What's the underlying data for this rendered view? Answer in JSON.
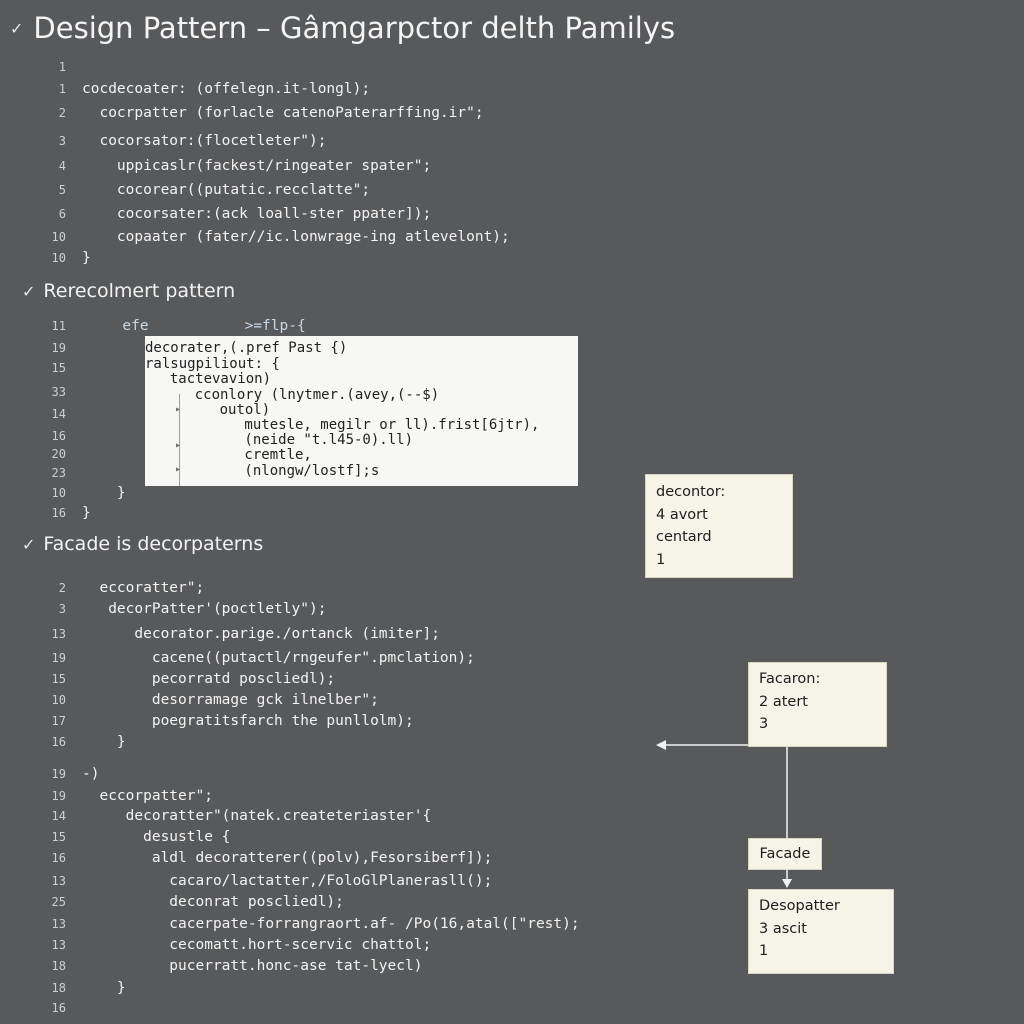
{
  "title": "Design Pattern  –   Gâmgarpctor delth Pamilys",
  "sections": {
    "s1": {
      "lines": [
        {
          "n": "1",
          "code": ""
        },
        {
          "n": "1",
          "code": "cocdecoater: (offelegn.it-longl);"
        },
        {
          "n": "2",
          "code": "  cocrpatter (forlacle catenoPaterarffing.ir\";"
        },
        {
          "n": "3",
          "code": "  cocorsator:(flocetleter\");"
        },
        {
          "n": "4",
          "code": "    uppicaslr(fackest/ringeater spater\";"
        },
        {
          "n": "5",
          "code": "    cocorear((putatic.recclatte\";"
        },
        {
          "n": "6",
          "code": "    cocorsater:(ack loall-ster ppater]);"
        },
        {
          "n": "10",
          "code": "    copaater (fater//ic.lonwrage-ing atlevelont);"
        },
        {
          "n": "10",
          "code": "}"
        }
      ]
    },
    "s2": {
      "heading": "Rerecolmert pattern",
      "lines": [
        {
          "n": "11",
          "code": "      efe           >=flp-{"
        },
        {
          "n": "19",
          "code": ""
        },
        {
          "n": "15",
          "code": ""
        },
        {
          "n": "33",
          "code": ""
        },
        {
          "n": "14",
          "code": ""
        },
        {
          "n": "16",
          "code": ""
        },
        {
          "n": "20",
          "code": ""
        },
        {
          "n": "23",
          "code": ""
        },
        {
          "n": "10",
          "code": "    }"
        },
        {
          "n": "16",
          "code": "}"
        }
      ],
      "popup": [
        "decorater,(.pref Past {)",
        "ralsugpiliout: {",
        "  tactevavion)",
        "    cconlory (lnytmer.(avey,(--$)",
        "      outol)",
        "        mutesle, megilr or ll).frist[6jtr),",
        "        (neide \"t.l45-0).ll)",
        "        cremtle,",
        "        (nlongw/lostf];s"
      ]
    },
    "s3": {
      "heading": "Facade is decorpaterns",
      "lines": [
        {
          "n": "2",
          "code": "  eccoratter\";"
        },
        {
          "n": "3",
          "code": "   decorPatter'(poctletly\");"
        },
        {
          "n": "13",
          "code": "      decorator.parige./ortanck (imiter];"
        },
        {
          "n": "19",
          "code": "        cacene((putactl/rngeufer\".pmclation);"
        },
        {
          "n": "15",
          "code": "        pecorratd poscliedl);"
        },
        {
          "n": "10",
          "code": "        desorramage gck ilnelber\";"
        },
        {
          "n": "17",
          "code": "        poegratitsfarch the punllolm);"
        },
        {
          "n": "16",
          "code": "    }"
        },
        {
          "n": "19",
          "code": "-)"
        },
        {
          "n": "19",
          "code": "  eccorpatter\";"
        },
        {
          "n": "14",
          "code": "     decoratter\"(natek.createteriaster'{"
        },
        {
          "n": "15",
          "code": "       desustle {"
        },
        {
          "n": "16",
          "code": "        aldl decoratterer((polv),Fesorsiberf]);"
        },
        {
          "n": "13",
          "code": "          cacaro/lactatter,/FoloGlPlanerasll();"
        },
        {
          "n": "25",
          "code": "          deconrat poscliedl);"
        },
        {
          "n": "13",
          "code": "          cacerpate-forrangraort.af- /Po(16,atal([\"rest);"
        },
        {
          "n": "13",
          "code": "          cecomatt.hort-scervic chattol;"
        },
        {
          "n": "18",
          "code": "          pucerratt.honc-ase tat-lyecl)"
        },
        {
          "n": "18",
          "code": "    }"
        },
        {
          "n": "16",
          "code": ""
        }
      ]
    }
  },
  "boxes": {
    "decontor": [
      "decontor:",
      "4 avort",
      "centard",
      "1"
    ],
    "facaron": [
      "Facaron:",
      "2 atert",
      "3"
    ],
    "facade_label": "Facade",
    "desopatter": [
      "Desopatter",
      "3 ascit",
      "1"
    ]
  }
}
